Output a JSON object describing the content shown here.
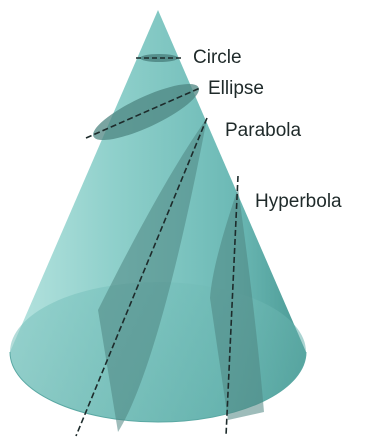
{
  "labels": {
    "circle": "Circle",
    "ellipse": "Ellipse",
    "parabola": "Parabola",
    "hyperbola": "Hyperbola"
  },
  "colors": {
    "cone_light": "#8fd0cb",
    "cone_mid": "#6dbab6",
    "cone_dark": "#4a9994",
    "section_fill": "#4e8582",
    "cut_line": "#1d2b2b",
    "label_text": "#1f2a2a"
  }
}
